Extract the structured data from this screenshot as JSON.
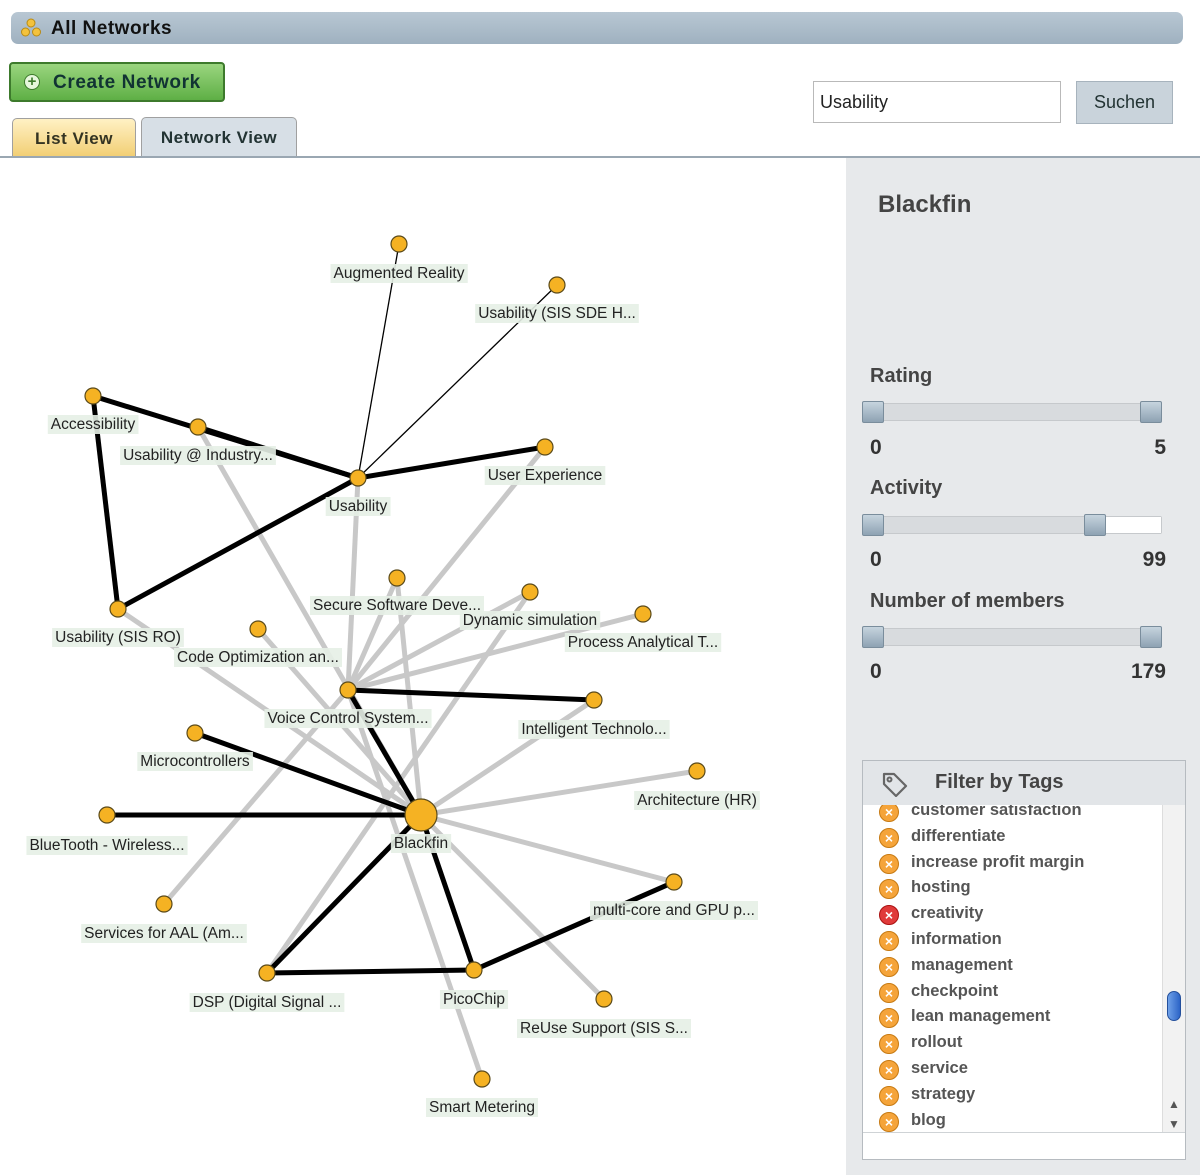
{
  "window": {
    "title": "All Networks"
  },
  "toolbar": {
    "create_label": "Create Network"
  },
  "search": {
    "value": "Usability",
    "button_label": "Suchen"
  },
  "tabs": [
    {
      "label": "List View"
    },
    {
      "label": "Network View"
    }
  ],
  "graph": {
    "nodes": [
      {
        "id": "blackfin",
        "label": "Blackfin"
      },
      {
        "id": "usability",
        "label": "Usability"
      },
      {
        "id": "ar",
        "label": "Augmented Reality"
      },
      {
        "id": "sde",
        "label": "Usability (SIS SDE H..."
      },
      {
        "id": "access",
        "label": "Accessibility"
      },
      {
        "id": "industry",
        "label": "Usability @ Industry..."
      },
      {
        "id": "ux",
        "label": "User Experience"
      },
      {
        "id": "sisro",
        "label": "Usability (SIS RO)"
      },
      {
        "id": "secure",
        "label": "Secure Software Deve..."
      },
      {
        "id": "dynsim",
        "label": "Dynamic simulation"
      },
      {
        "id": "process",
        "label": "Process Analytical T..."
      },
      {
        "id": "codeopt",
        "label": "Code Optimization an..."
      },
      {
        "id": "voice",
        "label": "Voice Control System..."
      },
      {
        "id": "intel",
        "label": "Intelligent Technolo..."
      },
      {
        "id": "micro",
        "label": "Microcontrollers"
      },
      {
        "id": "arch",
        "label": "Architecture (HR)"
      },
      {
        "id": "bt",
        "label": "BlueTooth - Wireless..."
      },
      {
        "id": "aal",
        "label": "Services for AAL (Am..."
      },
      {
        "id": "multicore",
        "label": "multi-core and GPU p..."
      },
      {
        "id": "dsp",
        "label": "DSP (Digital Signal ..."
      },
      {
        "id": "picochip",
        "label": "PicoChip"
      },
      {
        "id": "reuse",
        "label": "ReUse Support (SIS S..."
      },
      {
        "id": "smart",
        "label": "Smart Metering"
      }
    ],
    "edges": [
      {
        "from": "usability",
        "to": "ar",
        "weight": "thin"
      },
      {
        "from": "usability",
        "to": "sde",
        "weight": "thin"
      },
      {
        "from": "access",
        "to": "usability",
        "weight": "strong"
      },
      {
        "from": "access",
        "to": "sisro",
        "weight": "strong"
      },
      {
        "from": "sisro",
        "to": "usability",
        "weight": "strong"
      },
      {
        "from": "usability",
        "to": "ux",
        "weight": "strong"
      },
      {
        "from": "industry",
        "to": "usability",
        "weight": "strong"
      },
      {
        "from": "voice",
        "to": "intel",
        "weight": "strong"
      },
      {
        "from": "voice",
        "to": "blackfin",
        "weight": "strong"
      },
      {
        "from": "micro",
        "to": "blackfin",
        "weight": "strong"
      },
      {
        "from": "bt",
        "to": "blackfin",
        "weight": "strong"
      },
      {
        "from": "blackfin",
        "to": "dsp",
        "weight": "strong"
      },
      {
        "from": "blackfin",
        "to": "picochip",
        "weight": "strong"
      },
      {
        "from": "dsp",
        "to": "picochip",
        "weight": "strong"
      },
      {
        "from": "picochip",
        "to": "multicore",
        "weight": "strong"
      },
      {
        "from": "industry",
        "to": "blackfin",
        "weight": "weak"
      },
      {
        "from": "sisro",
        "to": "blackfin",
        "weight": "weak"
      },
      {
        "from": "usability",
        "to": "voice",
        "weight": "weak"
      },
      {
        "from": "ux",
        "to": "voice",
        "weight": "weak"
      },
      {
        "from": "secure",
        "to": "voice",
        "weight": "weak"
      },
      {
        "from": "secure",
        "to": "blackfin",
        "weight": "weak"
      },
      {
        "from": "dynsim",
        "to": "voice",
        "weight": "weak"
      },
      {
        "from": "dynsim",
        "to": "dsp",
        "weight": "weak"
      },
      {
        "from": "process",
        "to": "voice",
        "weight": "weak"
      },
      {
        "from": "codeopt",
        "to": "blackfin",
        "weight": "weak"
      },
      {
        "from": "voice",
        "to": "aal",
        "weight": "weak"
      },
      {
        "from": "voice",
        "to": "smart",
        "weight": "weak"
      },
      {
        "from": "blackfin",
        "to": "intel",
        "weight": "weak"
      },
      {
        "from": "blackfin",
        "to": "arch",
        "weight": "weak"
      },
      {
        "from": "blackfin",
        "to": "multicore",
        "weight": "weak"
      },
      {
        "from": "blackfin",
        "to": "reuse",
        "weight": "weak"
      }
    ],
    "node_color": "#f5b223",
    "edge_colors": {
      "strong": "#000000",
      "weak": "#c8c8c8",
      "thin": "#000000"
    }
  },
  "details": {
    "title": "Blackfin",
    "filters": [
      {
        "label": "Rating",
        "min": "0",
        "max": "5",
        "low": 0,
        "high": 1
      },
      {
        "label": "Activity",
        "min": "0",
        "max": "99",
        "low": 0,
        "high": 0.8
      },
      {
        "label": "Number of members",
        "min": "0",
        "max": "179",
        "low": 0,
        "high": 1
      }
    ],
    "tags": {
      "title": "Filter by Tags",
      "items": [
        {
          "label": "customer satisfaction",
          "state": "inactive"
        },
        {
          "label": "differentiate",
          "state": "inactive"
        },
        {
          "label": "increase profit margin",
          "state": "inactive"
        },
        {
          "label": "hosting",
          "state": "inactive"
        },
        {
          "label": "creativity",
          "state": "active"
        },
        {
          "label": "information",
          "state": "inactive"
        },
        {
          "label": "management",
          "state": "inactive"
        },
        {
          "label": "checkpoint",
          "state": "inactive"
        },
        {
          "label": "lean management",
          "state": "inactive"
        },
        {
          "label": "rollout",
          "state": "inactive"
        },
        {
          "label": "service",
          "state": "inactive"
        },
        {
          "label": "strategy",
          "state": "inactive"
        },
        {
          "label": "blog",
          "state": "inactive"
        }
      ],
      "colors": {
        "inactive": "#f5a43a",
        "active": "#e03a3a"
      }
    }
  }
}
